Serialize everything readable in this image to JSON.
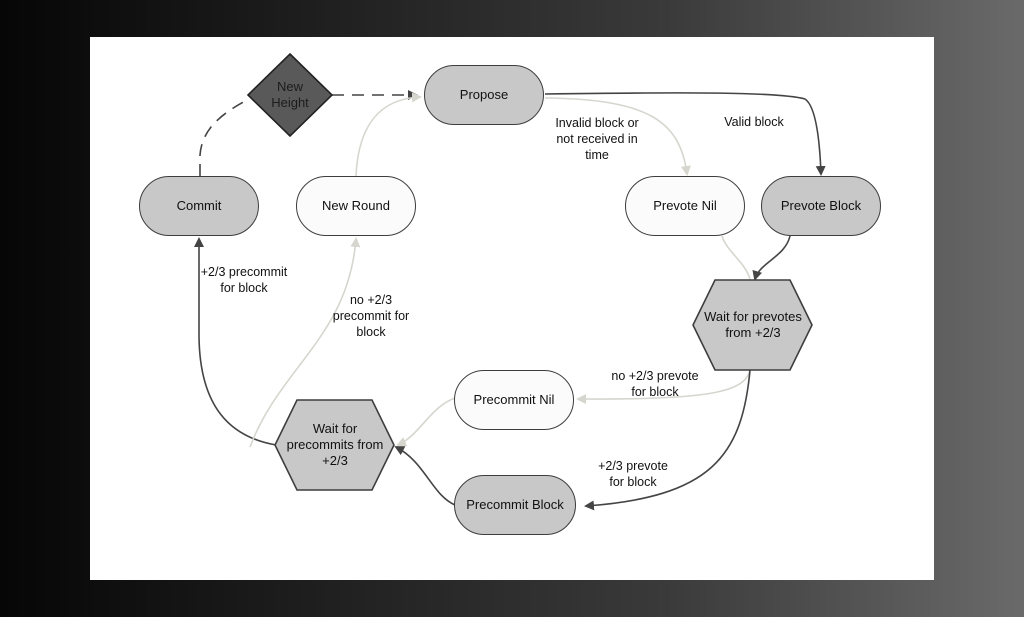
{
  "nodes": {
    "new_height": "New Height",
    "propose": "Propose",
    "commit": "Commit",
    "new_round": "New Round",
    "prevote_nil": "Prevote Nil",
    "prevote_block": "Prevote Block",
    "wait_prevotes": "Wait for prevotes from +2/3",
    "precommit_nil": "Precommit Nil",
    "wait_precommits": "Wait for precommits from +2/3",
    "precommit_block": "Precommit Block"
  },
  "edge_labels": {
    "invalid_block": "Invalid block or not received in time",
    "valid_block": "Valid block",
    "commit_block": "+2/3 precommit for block",
    "no_precommit": "no +2/3 precommit for block",
    "no_prevote": "no +2/3 prevote for block",
    "yes_prevote": "+2/3 prevote for block"
  },
  "colors": {
    "node_gray": "#c8c8c8",
    "node_white": "#fbfbfb",
    "diamond_fill": "#595959",
    "border": "#3d3d3d",
    "edge_dark": "#444444",
    "edge_light": "#d8d8d0"
  }
}
